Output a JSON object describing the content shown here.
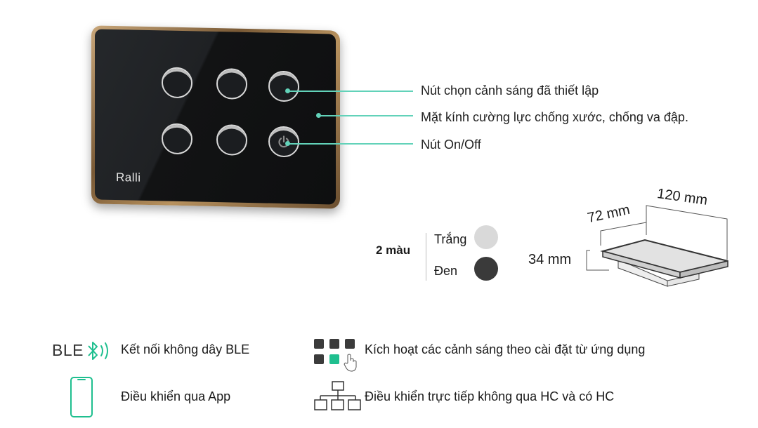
{
  "product": {
    "brand": "Ralli",
    "frame_color": "#b8925f",
    "glass_color": "#121314",
    "buttons": [
      {
        "id": "scene-1",
        "type": "scene"
      },
      {
        "id": "scene-2",
        "type": "scene"
      },
      {
        "id": "scene-3",
        "type": "scene"
      },
      {
        "id": "scene-4",
        "type": "scene"
      },
      {
        "id": "scene-5",
        "type": "scene"
      },
      {
        "id": "power",
        "type": "power",
        "icon": "power-icon"
      }
    ]
  },
  "callouts": [
    {
      "text": "Nút chọn cảnh sáng đã thiết lập"
    },
    {
      "text": "Mặt kính cường lực chống xước,  chống va đập."
    },
    {
      "text": "Nút On/Off"
    }
  ],
  "accent_color": "#62d2b9",
  "colors": {
    "title": "2 màu",
    "options": [
      {
        "label": "Trắng",
        "hex": "#d9d9d9"
      },
      {
        "label": "Đen",
        "hex": "#3a3a3a"
      }
    ]
  },
  "dimensions": {
    "width": "120 mm",
    "depth": "72 mm",
    "height": "34 mm"
  },
  "features": [
    {
      "icon": "bluetooth-icon",
      "icon_label": "BLE",
      "text": "Kết nối không dây BLE"
    },
    {
      "icon": "smartphone-icon",
      "text": "Điều khiển qua App"
    },
    {
      "icon": "scene-grid-tap-icon",
      "text": "Kích hoạt các cảnh sáng theo cài đặt từ ứng dụng"
    },
    {
      "icon": "network-hierarchy-icon",
      "text": "Điều khiển trực tiếp không qua HC và có HC"
    }
  ]
}
